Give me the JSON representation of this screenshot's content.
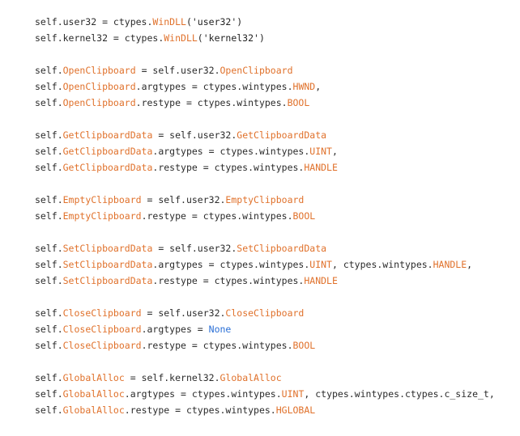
{
  "code": {
    "lines": [
      [
        {
          "t": "self.user32 = ctypes.",
          "c": "plain"
        },
        {
          "t": "WinDLL",
          "c": "attr"
        },
        {
          "t": "('user32')",
          "c": "str"
        }
      ],
      [
        {
          "t": "self.kernel32 = ctypes.",
          "c": "plain"
        },
        {
          "t": "WinDLL",
          "c": "attr"
        },
        {
          "t": "('kernel32')",
          "c": "str"
        }
      ],
      [],
      [
        {
          "t": "self.",
          "c": "plain"
        },
        {
          "t": "OpenClipboard",
          "c": "attr"
        },
        {
          "t": " = self.user32.",
          "c": "plain"
        },
        {
          "t": "OpenClipboard",
          "c": "attr"
        }
      ],
      [
        {
          "t": "self.",
          "c": "plain"
        },
        {
          "t": "OpenClipboard",
          "c": "attr"
        },
        {
          "t": ".argtypes = ctypes.wintypes.",
          "c": "plain"
        },
        {
          "t": "HWND",
          "c": "attr"
        },
        {
          "t": ",",
          "c": "plain"
        }
      ],
      [
        {
          "t": "self.",
          "c": "plain"
        },
        {
          "t": "OpenClipboard",
          "c": "attr"
        },
        {
          "t": ".restype = ctypes.wintypes.",
          "c": "plain"
        },
        {
          "t": "BOOL",
          "c": "attr"
        }
      ],
      [],
      [
        {
          "t": "self.",
          "c": "plain"
        },
        {
          "t": "GetClipboardData",
          "c": "attr"
        },
        {
          "t": " = self.user32.",
          "c": "plain"
        },
        {
          "t": "GetClipboardData",
          "c": "attr"
        }
      ],
      [
        {
          "t": "self.",
          "c": "plain"
        },
        {
          "t": "GetClipboardData",
          "c": "attr"
        },
        {
          "t": ".argtypes = ctypes.wintypes.",
          "c": "plain"
        },
        {
          "t": "UINT",
          "c": "attr"
        },
        {
          "t": ",",
          "c": "plain"
        }
      ],
      [
        {
          "t": "self.",
          "c": "plain"
        },
        {
          "t": "GetClipboardData",
          "c": "attr"
        },
        {
          "t": ".restype = ctypes.wintypes.",
          "c": "plain"
        },
        {
          "t": "HANDLE",
          "c": "attr"
        }
      ],
      [],
      [
        {
          "t": "self.",
          "c": "plain"
        },
        {
          "t": "EmptyClipboard",
          "c": "attr"
        },
        {
          "t": " = self.user32.",
          "c": "plain"
        },
        {
          "t": "EmptyClipboard",
          "c": "attr"
        }
      ],
      [
        {
          "t": "self.",
          "c": "plain"
        },
        {
          "t": "EmptyClipboard",
          "c": "attr"
        },
        {
          "t": ".restype = ctypes.wintypes.",
          "c": "plain"
        },
        {
          "t": "BOOL",
          "c": "attr"
        }
      ],
      [],
      [
        {
          "t": "self.",
          "c": "plain"
        },
        {
          "t": "SetClipboardData",
          "c": "attr"
        },
        {
          "t": " = self.user32.",
          "c": "plain"
        },
        {
          "t": "SetClipboardData",
          "c": "attr"
        }
      ],
      [
        {
          "t": "self.",
          "c": "plain"
        },
        {
          "t": "SetClipboardData",
          "c": "attr"
        },
        {
          "t": ".argtypes = ctypes.wintypes.",
          "c": "plain"
        },
        {
          "t": "UINT",
          "c": "attr"
        },
        {
          "t": ", ctypes.wintypes.",
          "c": "plain"
        },
        {
          "t": "HANDLE",
          "c": "attr"
        },
        {
          "t": ",",
          "c": "plain"
        }
      ],
      [
        {
          "t": "self.",
          "c": "plain"
        },
        {
          "t": "SetClipboardData",
          "c": "attr"
        },
        {
          "t": ".restype = ctypes.wintypes.",
          "c": "plain"
        },
        {
          "t": "HANDLE",
          "c": "attr"
        }
      ],
      [],
      [
        {
          "t": "self.",
          "c": "plain"
        },
        {
          "t": "CloseClipboard",
          "c": "attr"
        },
        {
          "t": " = self.user32.",
          "c": "plain"
        },
        {
          "t": "CloseClipboard",
          "c": "attr"
        }
      ],
      [
        {
          "t": "self.",
          "c": "plain"
        },
        {
          "t": "CloseClipboard",
          "c": "attr"
        },
        {
          "t": ".argtypes = ",
          "c": "plain"
        },
        {
          "t": "None",
          "c": "kw"
        }
      ],
      [
        {
          "t": "self.",
          "c": "plain"
        },
        {
          "t": "CloseClipboard",
          "c": "attr"
        },
        {
          "t": ".restype = ctypes.wintypes.",
          "c": "plain"
        },
        {
          "t": "BOOL",
          "c": "attr"
        }
      ],
      [],
      [
        {
          "t": "self.",
          "c": "plain"
        },
        {
          "t": "GlobalAlloc",
          "c": "attr"
        },
        {
          "t": " = self.kernel32.",
          "c": "plain"
        },
        {
          "t": "GlobalAlloc",
          "c": "attr"
        }
      ],
      [
        {
          "t": "self.",
          "c": "plain"
        },
        {
          "t": "GlobalAlloc",
          "c": "attr"
        },
        {
          "t": ".argtypes = ctypes.wintypes.",
          "c": "plain"
        },
        {
          "t": "UINT",
          "c": "attr"
        },
        {
          "t": ", ctypes.wintypes.ctypes.c_size_t,",
          "c": "plain"
        }
      ],
      [
        {
          "t": "self.",
          "c": "plain"
        },
        {
          "t": "GlobalAlloc",
          "c": "attr"
        },
        {
          "t": ".restype = ctypes.wintypes.",
          "c": "plain"
        },
        {
          "t": "HGLOBAL",
          "c": "attr"
        }
      ]
    ]
  }
}
